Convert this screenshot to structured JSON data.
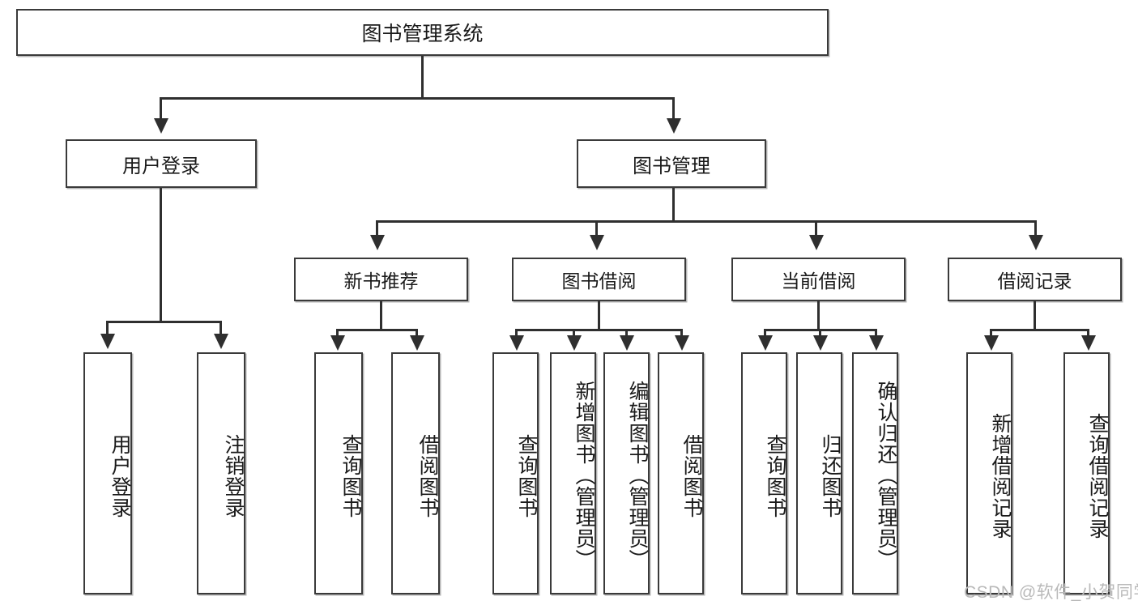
{
  "diagram": {
    "type": "hierarchy-tree",
    "title": "图书管理系统",
    "root": {
      "label": "图书管理系统"
    },
    "level1": [
      {
        "label": "用户登录"
      },
      {
        "label": "图书管理"
      }
    ],
    "level2": [
      {
        "label": "新书推荐"
      },
      {
        "label": "图书借阅"
      },
      {
        "label": "当前借阅"
      },
      {
        "label": "借阅记录"
      }
    ],
    "leaves": {
      "user_login": [
        {
          "label": "用户登录"
        },
        {
          "label": "注销登录"
        }
      ],
      "new_book_recommend": [
        {
          "label": "查询图书"
        },
        {
          "label": "借阅图书"
        }
      ],
      "book_borrow": [
        {
          "label": "查询图书"
        },
        {
          "label": "新增图书（管理员）"
        },
        {
          "label": "编辑图书（管理员）"
        },
        {
          "label": "借阅图书"
        }
      ],
      "current_borrow": [
        {
          "label": "查询图书"
        },
        {
          "label": "归还图书"
        },
        {
          "label": "确认归还（管理员）"
        }
      ],
      "borrow_record": [
        {
          "label": "新增借阅记录"
        },
        {
          "label": "查询借阅记录"
        }
      ]
    }
  },
  "watermark": {
    "text": "CSDN @软件_小贺同学"
  },
  "colors": {
    "border": "#3a3a3a",
    "connector": "#2f2f2f",
    "text": "#1a1a1a",
    "background": "#ffffff",
    "watermark": "#b9b9b9"
  }
}
